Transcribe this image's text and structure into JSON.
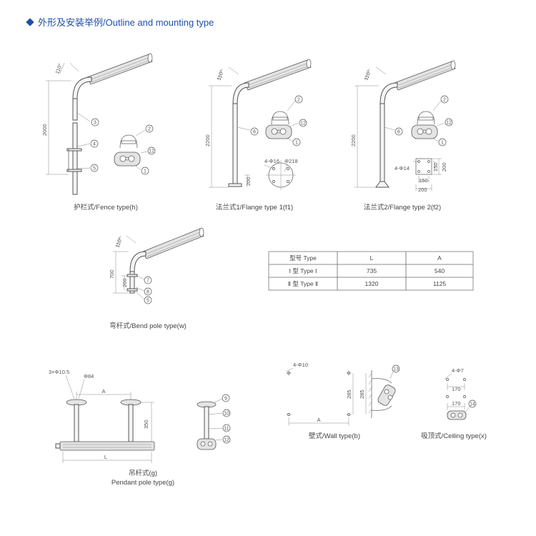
{
  "heading": {
    "text": "外形及安装举例/Outline and mounting type"
  },
  "captions": {
    "fence": "护栏式/Fence type(h)",
    "flange1": "法兰式1/Flange type 1(f1)",
    "flange2": "法兰式2/Flange type 2(f2)",
    "bend": "弯杆式/Bend pole type(w)",
    "pendant_cn": "吊杆式(g)",
    "pendant_en": "Pendant pole type(g)",
    "wall": "壁式/Wall type(b)",
    "ceiling": "吸顶式/Ceiling type(x)"
  },
  "dims": {
    "angle": "110°",
    "h2000": "2000",
    "h2200": "2200",
    "d200": "200",
    "d700": "700",
    "holes_4_16": "4-Φ16",
    "phi218": "Φ218",
    "holes_4_14": "4-Φ14",
    "d150": "150",
    "holes_3_10_5": "3×Φ10.5",
    "phi84": "Φ84",
    "A": "A",
    "L": "L",
    "d350": "350",
    "holes_4_10": "4-Φ10",
    "d285": "285",
    "holes_4_7": "4-Φ7",
    "d170": "170"
  },
  "callouts": [
    "1",
    "2",
    "3",
    "4",
    "5",
    "6",
    "7",
    "8",
    "9",
    "10",
    "11",
    "12",
    "13",
    "14"
  ],
  "table": {
    "headers": [
      "型号 Type",
      "L",
      "A"
    ],
    "rows": [
      [
        "Ⅰ 型 Type Ⅰ",
        "735",
        "540"
      ],
      [
        "Ⅱ 型 Type Ⅱ",
        "1320",
        "1125"
      ]
    ]
  }
}
